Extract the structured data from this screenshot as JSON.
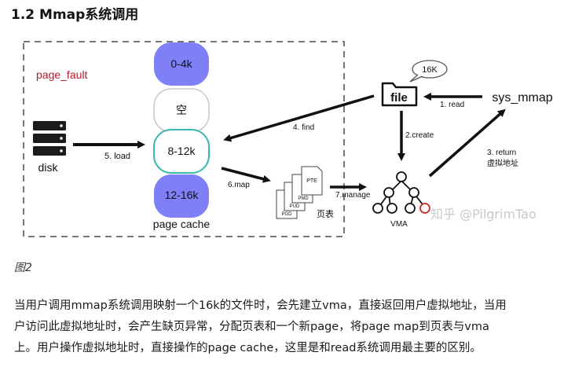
{
  "heading": "1.2 Mmap系统调用",
  "diagram": {
    "page_fault_label": "page_fault",
    "disk_label": "disk",
    "cache_blocks": [
      "0-4k",
      "空",
      "8-12k",
      "12-16k"
    ],
    "page_cache_label": "page cache",
    "file_label": "file",
    "file_size_badge": "16K",
    "sys_mmap_label": "sys_mmap",
    "vma_label": "VMA",
    "page_table_label": "页表",
    "page_table_levels": [
      "PTE",
      "PMD",
      "PUD",
      "PGD"
    ],
    "steps": {
      "read": "1. read",
      "create": "2.create",
      "return_line1": "3. return",
      "return_line2": "虚拟地址",
      "find": "4. find",
      "load": "5. load",
      "map": "6.map",
      "manage": "7.manage"
    },
    "watermark": "知乎 @PilgrimTao",
    "colors": {
      "cache_block_purple": "#7f7ff7",
      "cache_border_teal": "#39b8b0",
      "page_fault_red": "#b11c2a"
    }
  },
  "caption": "图2",
  "paragraph_lines": [
    "当用户调用mmap系统调用映射一个16k的文件时，会先建立vma，直接返回用户虚拟地址，当用",
    "户访问此虚拟地址时，会产生缺页异常，分配页表和一个新page，将page map到页表与vma",
    "上。用户操作虚拟地址时，直接操作的page cache，这里是和read系统调用最主要的区别。"
  ]
}
